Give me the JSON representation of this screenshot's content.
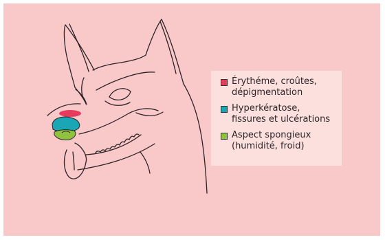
{
  "colors": {
    "background": "#f9c8c8",
    "legend_background": "#fbe0de",
    "outline": "#2b2226",
    "erythema": "#e63b5c",
    "hyperkeratosis": "#1aa6b5",
    "spongy": "#8fc33f"
  },
  "legend": {
    "items": [
      {
        "label": "Érythéme, croûtes,\ndépigmentation",
        "color": "#e63b5c"
      },
      {
        "label": "Hyperkératose,\nfissures et ulcérations",
        "color": "#1aa6b5"
      },
      {
        "label": "Aspect spongieux\n(humidité, froid)",
        "color": "#8fc33f"
      }
    ]
  }
}
